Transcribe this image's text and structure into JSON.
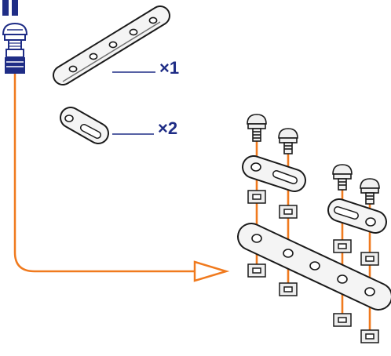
{
  "parts": [
    {
      "name": "five-hole-strip",
      "quantity_label": "×1"
    },
    {
      "name": "slotted-plate",
      "quantity_label": "×2"
    }
  ],
  "colors": {
    "outline": "#1a1a1a",
    "plate_fill": "#f4f4f4",
    "callout_arrow": "#f07a1e",
    "axis_line": "#f07a1e",
    "quantity_text": "#1f2d86",
    "bolt_blue": "#1f2d86",
    "nut_fill": "#eeeeee"
  },
  "icons": [
    "bolt-icon",
    "nut-icon",
    "arrow-icon"
  ]
}
